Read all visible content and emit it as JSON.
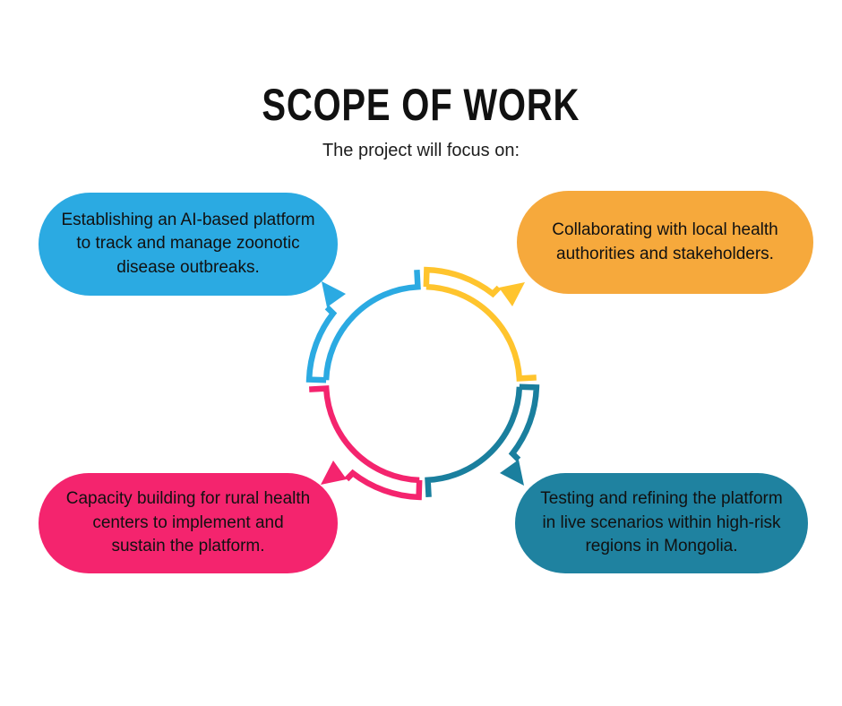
{
  "header": {
    "title": "SCOPE OF WORK",
    "subtitle": "The project will focus on:"
  },
  "text_color": "#111111",
  "bubbles": [
    {
      "position": "top-left",
      "color": "#2BAAE2",
      "text": "Establishing an AI-based platform to track and manage zoonotic disease outbreaks.",
      "lines": [
        "Establishing an AI-based platform",
        "to track and manage zoonotic",
        "disease outbreaks."
      ]
    },
    {
      "position": "top-right",
      "color": "#F6A93C",
      "text": "Collaborating with local health authorities and stakeholders.",
      "lines": [
        "Collaborating with local health",
        "authorities and stakeholders.",
        ""
      ]
    },
    {
      "position": "bottom-left",
      "color": "#F4246E",
      "text": "Capacity building for rural health centers to implement and sustain the platform.",
      "lines": [
        "Capacity building for rural health",
        "centers to implement and",
        "sustain the platform."
      ]
    },
    {
      "position": "bottom-right",
      "color": "#1F82A0",
      "text": "Testing and refining the platform in live scenarios within high-risk regions in Mongolia.",
      "lines": [
        "Testing and refining the platform",
        "in live scenarios within high-risk",
        "regions in Mongolia."
      ]
    }
  ],
  "cycle": {
    "icon": "circular-arrows-clockwise",
    "arrows": [
      {
        "position": "top-right",
        "direction": "up-right",
        "color": "#FFC42D"
      },
      {
        "position": "bottom-right",
        "direction": "down-right",
        "color": "#1A7F9E"
      },
      {
        "position": "bottom-left",
        "direction": "down-left",
        "color": "#F4246E"
      },
      {
        "position": "top-left",
        "direction": "up-left",
        "color": "#2BAAE2"
      }
    ]
  }
}
